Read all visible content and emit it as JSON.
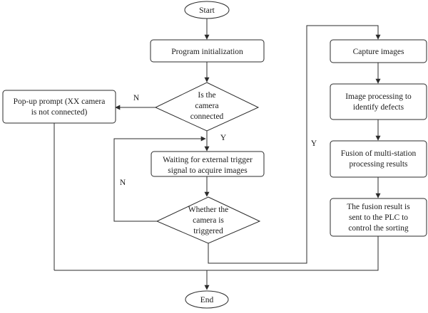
{
  "nodes": {
    "start": {
      "label": "Start"
    },
    "init": {
      "label": "Program initialization"
    },
    "camera_connected": {
      "lines": [
        "Is the",
        "camera",
        "connected"
      ]
    },
    "popup": {
      "lines": [
        "Pop-up prompt (XX camera",
        "is not connected)"
      ]
    },
    "wait_trigger": {
      "lines": [
        "Waiting for external trigger",
        "signal to acquire images"
      ]
    },
    "camera_triggered": {
      "lines": [
        "Whether the",
        "camera is",
        "triggered"
      ]
    },
    "capture": {
      "label": "Capture images"
    },
    "image_processing": {
      "lines": [
        "Image processing to",
        "identify defects"
      ]
    },
    "fusion": {
      "lines": [
        "Fusion of multi-station",
        "processing results"
      ]
    },
    "plc": {
      "lines": [
        "The fusion result is",
        "sent to the PLC to",
        "control the sorting"
      ]
    },
    "end": {
      "label": "End"
    }
  },
  "edge_labels": {
    "connected_no": "N",
    "connected_yes": "Y",
    "triggered_no": "N",
    "triggered_yes": "Y"
  }
}
